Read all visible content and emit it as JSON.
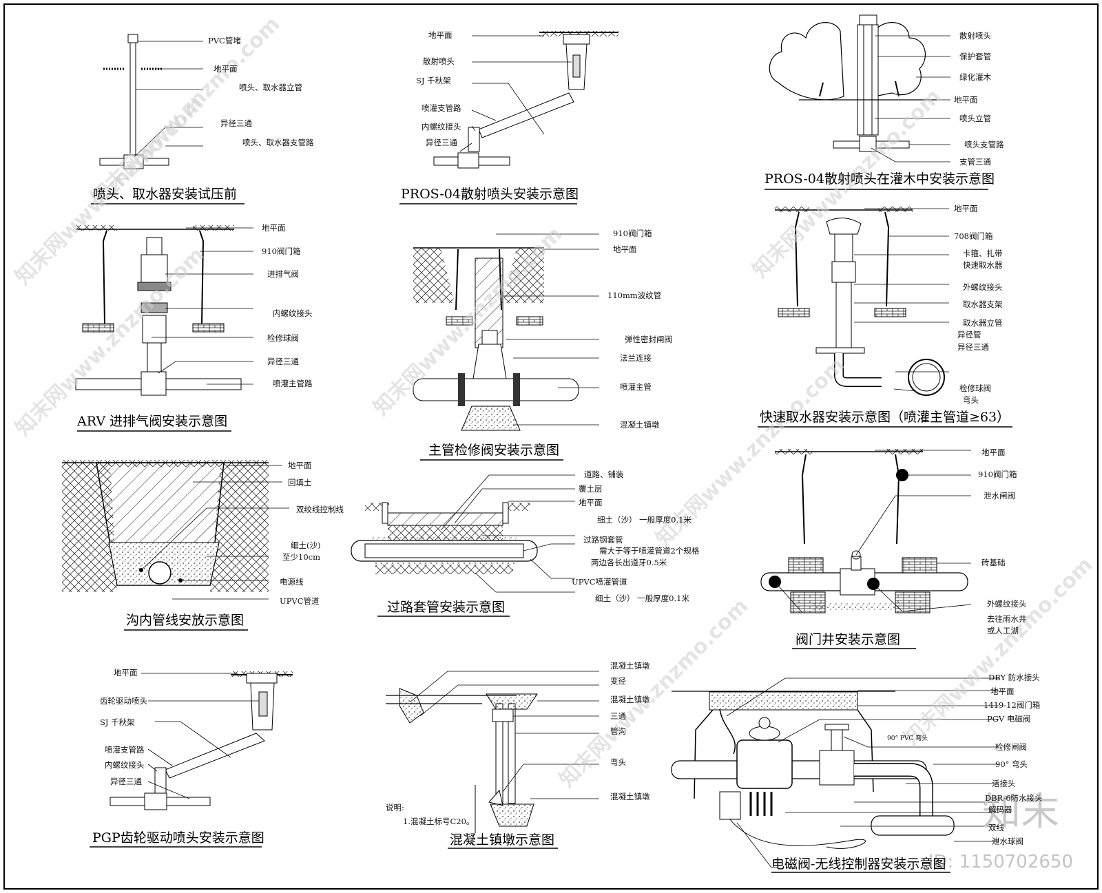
{
  "sheet": {
    "watermark": "知末网www.znzmo.com",
    "brand": "知末",
    "id_tag": "ID: 1150702650"
  },
  "d1": {
    "title": "喷头、取水器安装试压前",
    "labels": [
      "PVC管堵",
      "地平面",
      "喷头、取水器立管",
      "异径三通",
      "喷头、取水器支管路"
    ]
  },
  "d2": {
    "title": "PROS-04散射喷头安装示意图",
    "labels": [
      "地平面",
      "散射喷头",
      "SJ 千秋架",
      "喷灌支管路",
      "内螺纹接头",
      "异径三通"
    ]
  },
  "d3": {
    "title": "PROS-04散射喷头在灌木中安装示意图",
    "labels": [
      "散射喷头",
      "保护套管",
      "绿化灌木",
      "地平面",
      "喷头立管",
      "喷头支管路",
      "支管三通"
    ]
  },
  "d4": {
    "title": "ARV 进排气阀安装示意图",
    "labels": [
      "地平面",
      "910阀门箱",
      "进排气阀",
      "内螺纹接头",
      "检修球阀",
      "异径三通",
      "喷灌主管路"
    ]
  },
  "d5": {
    "title": "主管检修阀安装示意图",
    "labels": [
      "910阀门箱",
      "地平面",
      "110mm波纹管",
      "弹性密封闸阀",
      "法兰连接",
      "喷灌主管",
      "混凝土镇墩"
    ]
  },
  "d6": {
    "title": "快速取水器安装示意图（喷灌主管道≥63）",
    "labels": [
      "地平面",
      "708阀门箱",
      "卡箍、扎带",
      "快速取水器",
      "外螺纹接头",
      "取水器支架",
      "取水器立管",
      "异径管",
      "异径三通",
      "检修球阀",
      "弯头"
    ]
  },
  "d7": {
    "title": "沟内管线安放示意图",
    "labels": [
      "地平面",
      "回填土",
      "双绞线控制线",
      "细土(沙)",
      "至少10cm",
      "电源线",
      "UPVC管道"
    ]
  },
  "d8": {
    "title": "过路套管安装示意图",
    "labels": [
      "道路、铺装",
      "覆土层",
      "地平面",
      "细土（沙） 一般厚度0.1米",
      "过路钢套管",
      "需大于等于喷灌管道2个规格",
      "两边各长出道牙0.5米",
      "UPVC喷灌管道",
      "细土（沙） 一般厚度0.1米"
    ]
  },
  "d9": {
    "title": "阀门井安装示意图",
    "labels": [
      "地平面",
      "910阀门箱",
      "泄水闸阀",
      "砖基础",
      "外螺纹接头",
      "去往雨水井",
      "或人工湖"
    ]
  },
  "d10": {
    "title": "PGP齿轮驱动喷头安装示意图",
    "labels": [
      "地平面",
      "齿轮驱动喷头",
      "SJ 千秋架",
      "喷灌支管路",
      "内螺纹接头",
      "异径三通"
    ]
  },
  "d11": {
    "title": "混凝土镇墩示意图",
    "labels": [
      "混凝土镇墩",
      "变径",
      "混凝土镇墩",
      "三通",
      "管沟",
      "弯头",
      "混凝土镇墩"
    ],
    "note_title": "说明:",
    "note": "1.混凝土标号C20。"
  },
  "d12": {
    "title": "电磁阀-无线控制器安装示意图",
    "labels": [
      "DBY 防水接头",
      "地平面",
      "1419-12阀门箱",
      "PGV 电磁阀",
      "检修闸阀",
      "90° 弯头",
      "活接头",
      "DBR-6防水接头",
      "解码器",
      "双线",
      "泄水球阀"
    ],
    "inner_label": "90° PVC 弯头"
  }
}
